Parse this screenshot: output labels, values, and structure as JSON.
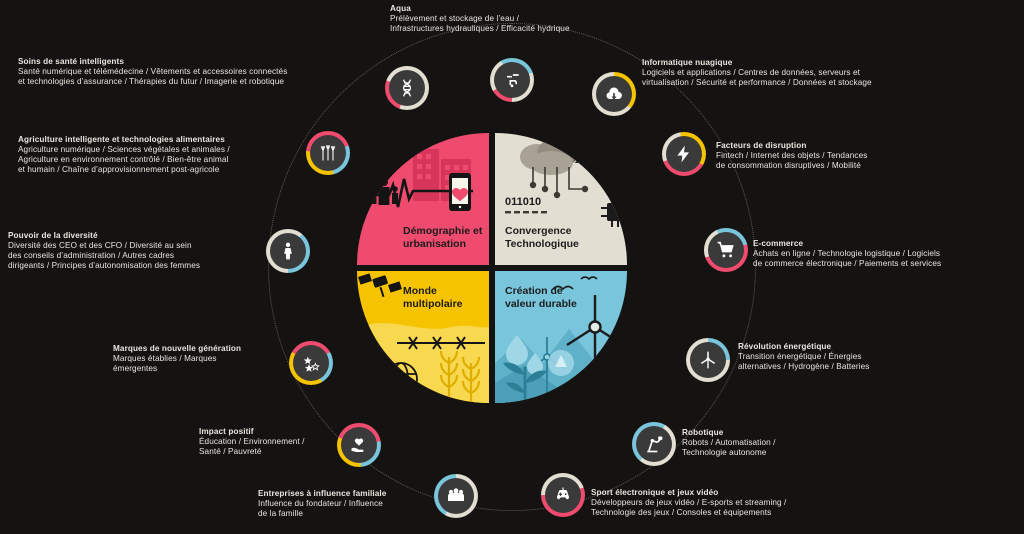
{
  "palette": {
    "background": "#151311",
    "pink": "#ef4b6e",
    "cream": "#e2ded1",
    "yellow": "#f5c300",
    "blue": "#79c5dc",
    "core": "#3a3a3a",
    "text": "#e9e6df",
    "quad_text": "#1b1b1b"
  },
  "center": {
    "quadrants": [
      {
        "id": "demography",
        "title": "Démographie et\nurbanisation",
        "color": "#ef4b6e",
        "icons": [
          "buildings-icon",
          "heartbeat-icon",
          "smartphone-heart-icon",
          "people-group-icon"
        ]
      },
      {
        "id": "convergence",
        "title": "Convergence\nTechnologique",
        "color": "#e2ded1",
        "icons": [
          "cloud-icon",
          "circuit-nodes-icon",
          "binary-icon",
          "chip-icon"
        ],
        "binary": "011010"
      },
      {
        "id": "multipolar",
        "title": "Monde\nmultipolaire",
        "color": "#f5c300",
        "icons": [
          "satellite-icon",
          "barbed-wire-icon",
          "globe-stand-icon",
          "wheat-icon"
        ]
      },
      {
        "id": "value",
        "title": "Création de\nvaleur durable",
        "color": "#79c5dc",
        "icons": [
          "wind-turbine-icon",
          "water-drop-icon",
          "plant-icon",
          "recycle-icon",
          "bird-icon"
        ]
      }
    ]
  },
  "nodes": [
    {
      "id": "aqua",
      "icon": "faucet-icon",
      "ring": [
        "pink",
        "cream",
        "blue",
        "cream"
      ],
      "title": "Aqua",
      "sub": "Prélèvement et stockage de l’eau /\nInfrastructures hydrauliques / Efficacité hydrique"
    },
    {
      "id": "cloud-computing",
      "icon": "cloud-download-icon",
      "ring": [
        "cream",
        "cream",
        "yellow",
        "yellow"
      ],
      "title": "Informatique nuagique",
      "sub": "Logiciels et applications / Centres de données, serveurs et\nvirtualisation / Sécurité et performance / Données et stockage"
    },
    {
      "id": "disruption",
      "icon": "bolt-icon",
      "ring": [
        "pink",
        "cream",
        "yellow",
        "yellow"
      ],
      "title": "Facteurs de disruption",
      "sub": "Fintech / Internet des objets / Tendances\nde consommation disruptives / Mobilité"
    },
    {
      "id": "ecommerce",
      "icon": "shopping-cart-icon",
      "ring": [
        "pink",
        "cream",
        "blue",
        "pink"
      ],
      "title": "E-commerce",
      "sub": "Achats en ligne / Technologie logistique / Logiciels\nde commerce électronique / Paiements et services"
    },
    {
      "id": "energy",
      "icon": "wind-turbine-badge-icon",
      "ring": [
        "cream",
        "cream",
        "cream",
        "blue"
      ],
      "title": "Révolution énergétique",
      "sub": "Transition énergétique / Énergies\nalternatives / Hydrogène / Batteries"
    },
    {
      "id": "robotics",
      "icon": "robot-arm-icon",
      "ring": [
        "cream",
        "blue",
        "blue",
        "cream"
      ],
      "title": "Robotique",
      "sub": "Robots / Automatisation /\nTechnologie autonome"
    },
    {
      "id": "esports",
      "icon": "gamepad-icon",
      "ring": [
        "pink",
        "cream",
        "cream",
        "pink"
      ],
      "title": "Sport électronique et jeux vidéo",
      "sub": "Développeurs de jeux vidéo / E-sports et streaming /\nTechnologie des jeux / Consoles et équipements"
    },
    {
      "id": "family-business",
      "icon": "family-group-icon",
      "ring": [
        "cream",
        "cream",
        "blue",
        "blue"
      ],
      "title": "Entreprises à influence familiale",
      "sub": "Influence du fondateur / Influence\nde la famille"
    },
    {
      "id": "positive-impact",
      "icon": "hand-heart-icon",
      "ring": [
        "pink",
        "blue",
        "blue",
        "yellow"
      ],
      "title": "Impact positif",
      "sub": "Éducation / Environnement /\nSanté / Pauvreté"
    },
    {
      "id": "new-gen-brands",
      "icon": "stars-icon",
      "ring": [
        "pink",
        "blue",
        "yellow",
        "yellow"
      ],
      "title": "Marques de nouvelle génération",
      "sub": "Marques établies / Marques\némergentes"
    },
    {
      "id": "diversity",
      "icon": "person-icon",
      "ring": [
        "cream",
        "blue",
        "blue",
        "cream"
      ],
      "title": "Pouvoir de la diversité",
      "sub": "Diversité des CEO et des CFO / Diversité au sein\ndes conseils d’administration / Autres cadres\ndirigeants / Principes d’autonomisation des femmes"
    },
    {
      "id": "smart-agriculture",
      "icon": "agriculture-icon",
      "ring": [
        "pink",
        "blue",
        "yellow",
        "yellow"
      ],
      "title": "Agriculture intelligente et technologies alimentaires",
      "sub": "Agriculture numérique / Sciences végétales et animales /\nAgriculture en environnement contrôlé / Bien-être animal\net humain / Chaîne d’approvisionnement post-agricole"
    },
    {
      "id": "smart-healthcare",
      "icon": "dna-icon",
      "ring": [
        "pink",
        "cream",
        "cream",
        "cream"
      ],
      "title": "Soins de santé intelligents",
      "sub": "Santé numérique et télémédecine / Vêtements et accessoires connectés\net technologies d’assurance / Thérapies du futur / Imagerie et robotique"
    }
  ]
}
